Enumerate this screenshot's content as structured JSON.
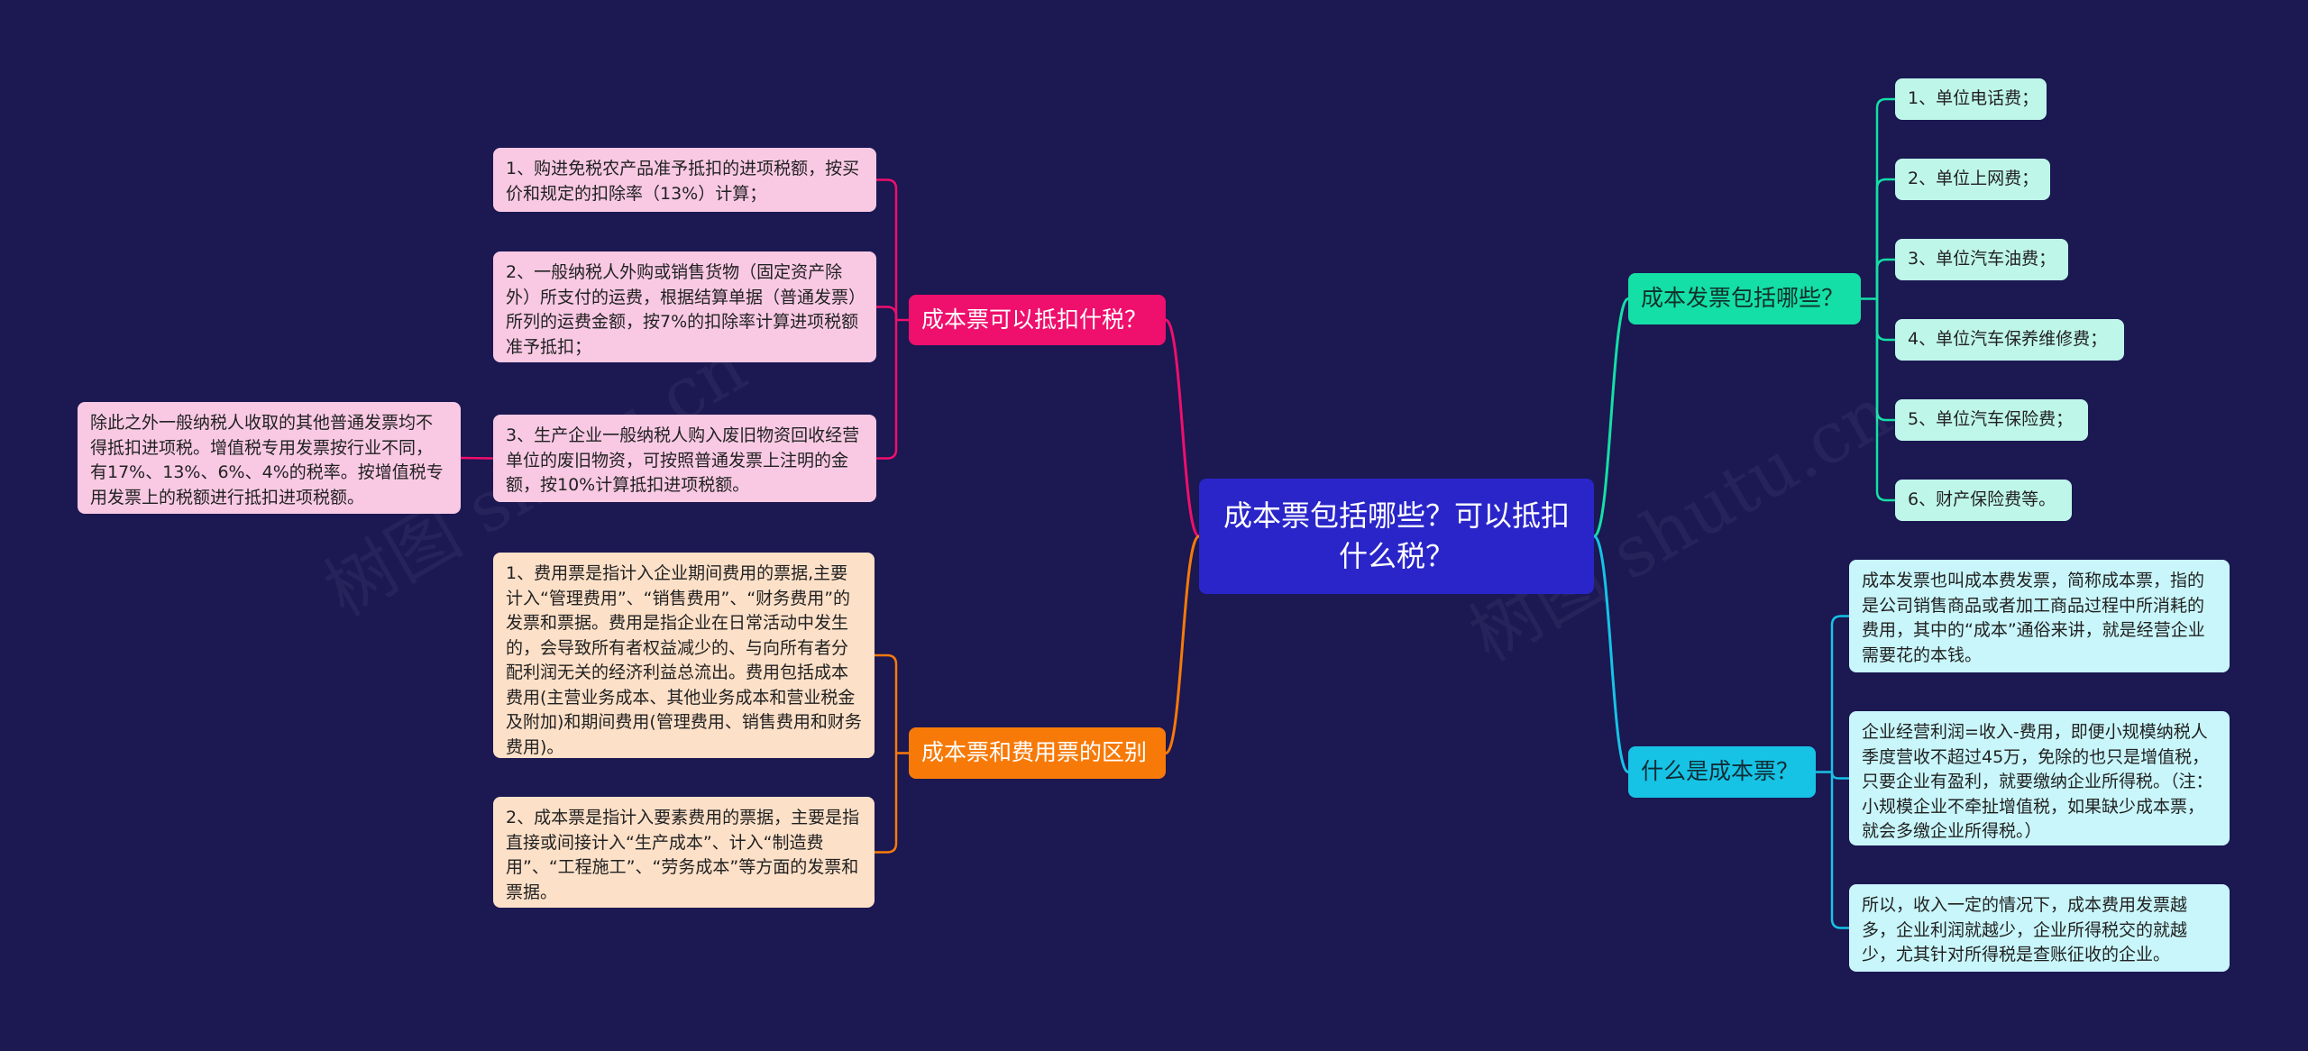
{
  "colors": {
    "background": "#1b1852",
    "root": "#2a25c9",
    "deductible": "#ef0f6c",
    "difference": "#f77a09",
    "includes": "#14dfa6",
    "what_is": "#16c3e5"
  },
  "root": {
    "title": "成本票包括哪些？可以抵扣什么税？"
  },
  "branches": {
    "deductible": {
      "label": "成本票可以抵扣什税？",
      "items": [
        "1、购进免税农产品准予抵扣的进项税额，按买价和规定的扣除率（13%）计算；",
        "2、一般纳税人外购或销售货物（固定资产除外）所支付的运费，根据结算单据（普通发票）所列的运费金额，按7%的扣除率计算进项税额准予抵扣；",
        "3、生产企业一般纳税人购入废旧物资回收经营单位的废旧物资，可按照普通发票上注明的金额，按10%计算抵扣进项税额。"
      ],
      "extra_note": "除此之外一般纳税人收取的其他普通发票均不得抵扣进项税。增值税专用发票按行业不同，有17%、13%、6%、4%的税率。按增值税专用发票上的税额进行抵扣进项税额。"
    },
    "difference": {
      "label": "成本票和费用票的区别",
      "items": [
        "1、费用票是指计入企业期间费用的票据,主要计入“管理费用”、“销售费用”、“财务费用”的发票和票据。费用是指企业在日常活动中发生的，会导致所有者权益减少的、与向所有者分配利润无关的经济利益总流出。费用包括成本费用(主营业务成本、其他业务成本和营业税金及附加)和期间费用(管理费用、销售费用和财务费用)。",
        "2、成本票是指计入要素费用的票据，主要是指直接或间接计入“生产成本”、计入“制造费用”、“工程施工”、“劳务成本”等方面的发票和票据。"
      ]
    },
    "includes": {
      "label": "成本发票包括哪些？",
      "items": [
        "1、单位电话费；",
        "2、单位上网费；",
        "3、单位汽车油费；",
        "4、单位汽车保养维修费；",
        "5、单位汽车保险费；",
        "6、财产保险费等。"
      ]
    },
    "what_is": {
      "label": "什么是成本票？",
      "items": [
        "成本发票也叫成本费发票，简称成本票，指的是公司销售商品或者加工商品过程中所消耗的费用，其中的“成本”通俗来讲，就是经营企业需要花的本钱。",
        "企业经营利润=收入-费用，即便小规模纳税人季度营收不超过45万，免除的也只是增值税，只要企业有盈利，就要缴纳企业所得税。（注：小规模企业不牵扯增值税，如果缺少成本票，就会多缴企业所得税。）",
        "所以，收入一定的情况下，成本费用发票越多，企业利润就越少，企业所得税交的就越少，尤其针对所得税是查账征收的企业。"
      ]
    }
  }
}
